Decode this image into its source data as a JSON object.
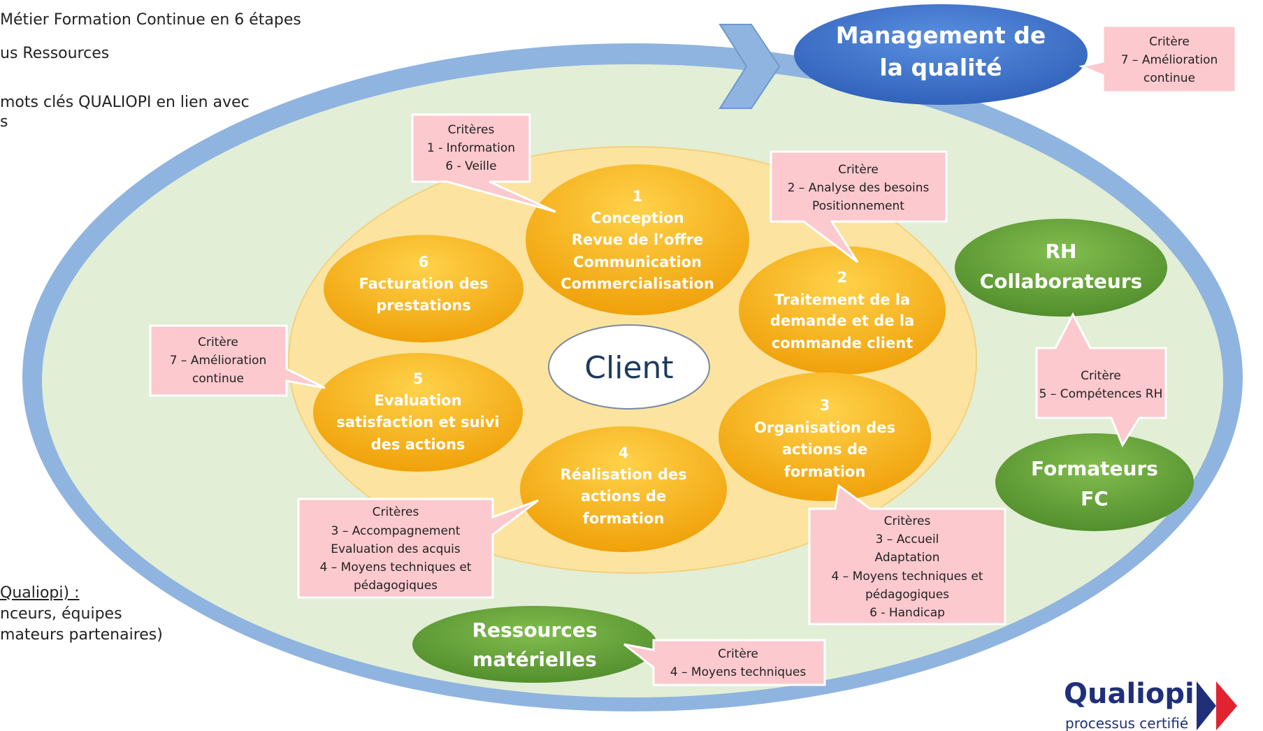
{
  "left_notes": [
    "Métier Formation  Continue en 6 étapes",
    "us Ressources",
    "mots  clés QUALIOPI en lien avec",
    "s",
    "Qualiopi) :",
    "nceurs, équipes",
    "mateurs partenaires)"
  ],
  "center": "Client",
  "steps": [
    {
      "num": "1",
      "lines": [
        "Conception",
        "Revue de l’offre",
        "Communication",
        "Commercialisation"
      ]
    },
    {
      "num": "2",
      "lines": [
        "Traitement de la",
        "demande et de la",
        "commande client"
      ]
    },
    {
      "num": "3",
      "lines": [
        "Organisation des",
        "actions de",
        "formation"
      ]
    },
    {
      "num": "4",
      "lines": [
        "Réalisation des",
        "actions de",
        "formation"
      ]
    },
    {
      "num": "5",
      "lines": [
        "Evaluation",
        "satisfaction et suivi",
        "des actions"
      ]
    },
    {
      "num": "6",
      "lines": [
        "Facturation des",
        "prestations"
      ]
    }
  ],
  "management": [
    "Management de",
    "la qualité"
  ],
  "resources": {
    "rh": [
      "RH",
      "Collaborateurs"
    ],
    "formateurs": [
      "Formateurs",
      "FC"
    ],
    "materielles": [
      "Ressources",
      "matérielles"
    ]
  },
  "callouts": {
    "information": [
      "Critères",
      "1 - Information",
      "6 - Veille"
    ],
    "analyse": [
      "Critère",
      "2 – Analyse des besoins",
      "Positionnement"
    ],
    "amelioration_top": [
      "Critère",
      "7 – Amélioration",
      "continue"
    ],
    "amelioration_left": [
      "Critère",
      "7 – Amélioration",
      "continue"
    ],
    "competences": [
      "Critère",
      "5 – Compétences  RH"
    ],
    "accompagnement": [
      "Critères",
      "3 – Accompagnement",
      "Evaluation des acquis",
      "4 – Moyens techniques et",
      "pédagogiques"
    ],
    "accueil": [
      "Critères",
      "3 – Accueil",
      "Adaptation",
      "4 – Moyens techniques et",
      "pédagogiques",
      "6 - Handicap"
    ],
    "moyens": [
      "Critère",
      "4 – Moyens techniques"
    ]
  },
  "logo": {
    "name": "Qualiopi",
    "tagline": "processus certifié"
  },
  "colors": {
    "outer_ring": "#8fb4df",
    "outer_fill": "#e2eed6",
    "inner_fill": "#fce4a0",
    "step_fill": "#f7b10f",
    "management_fill": "#3f76cf",
    "green_fill": "#6aa83a",
    "callout_fill": "#fbc9ce",
    "logo_blue": "#1f2f7a",
    "logo_red": "#e0232e"
  }
}
